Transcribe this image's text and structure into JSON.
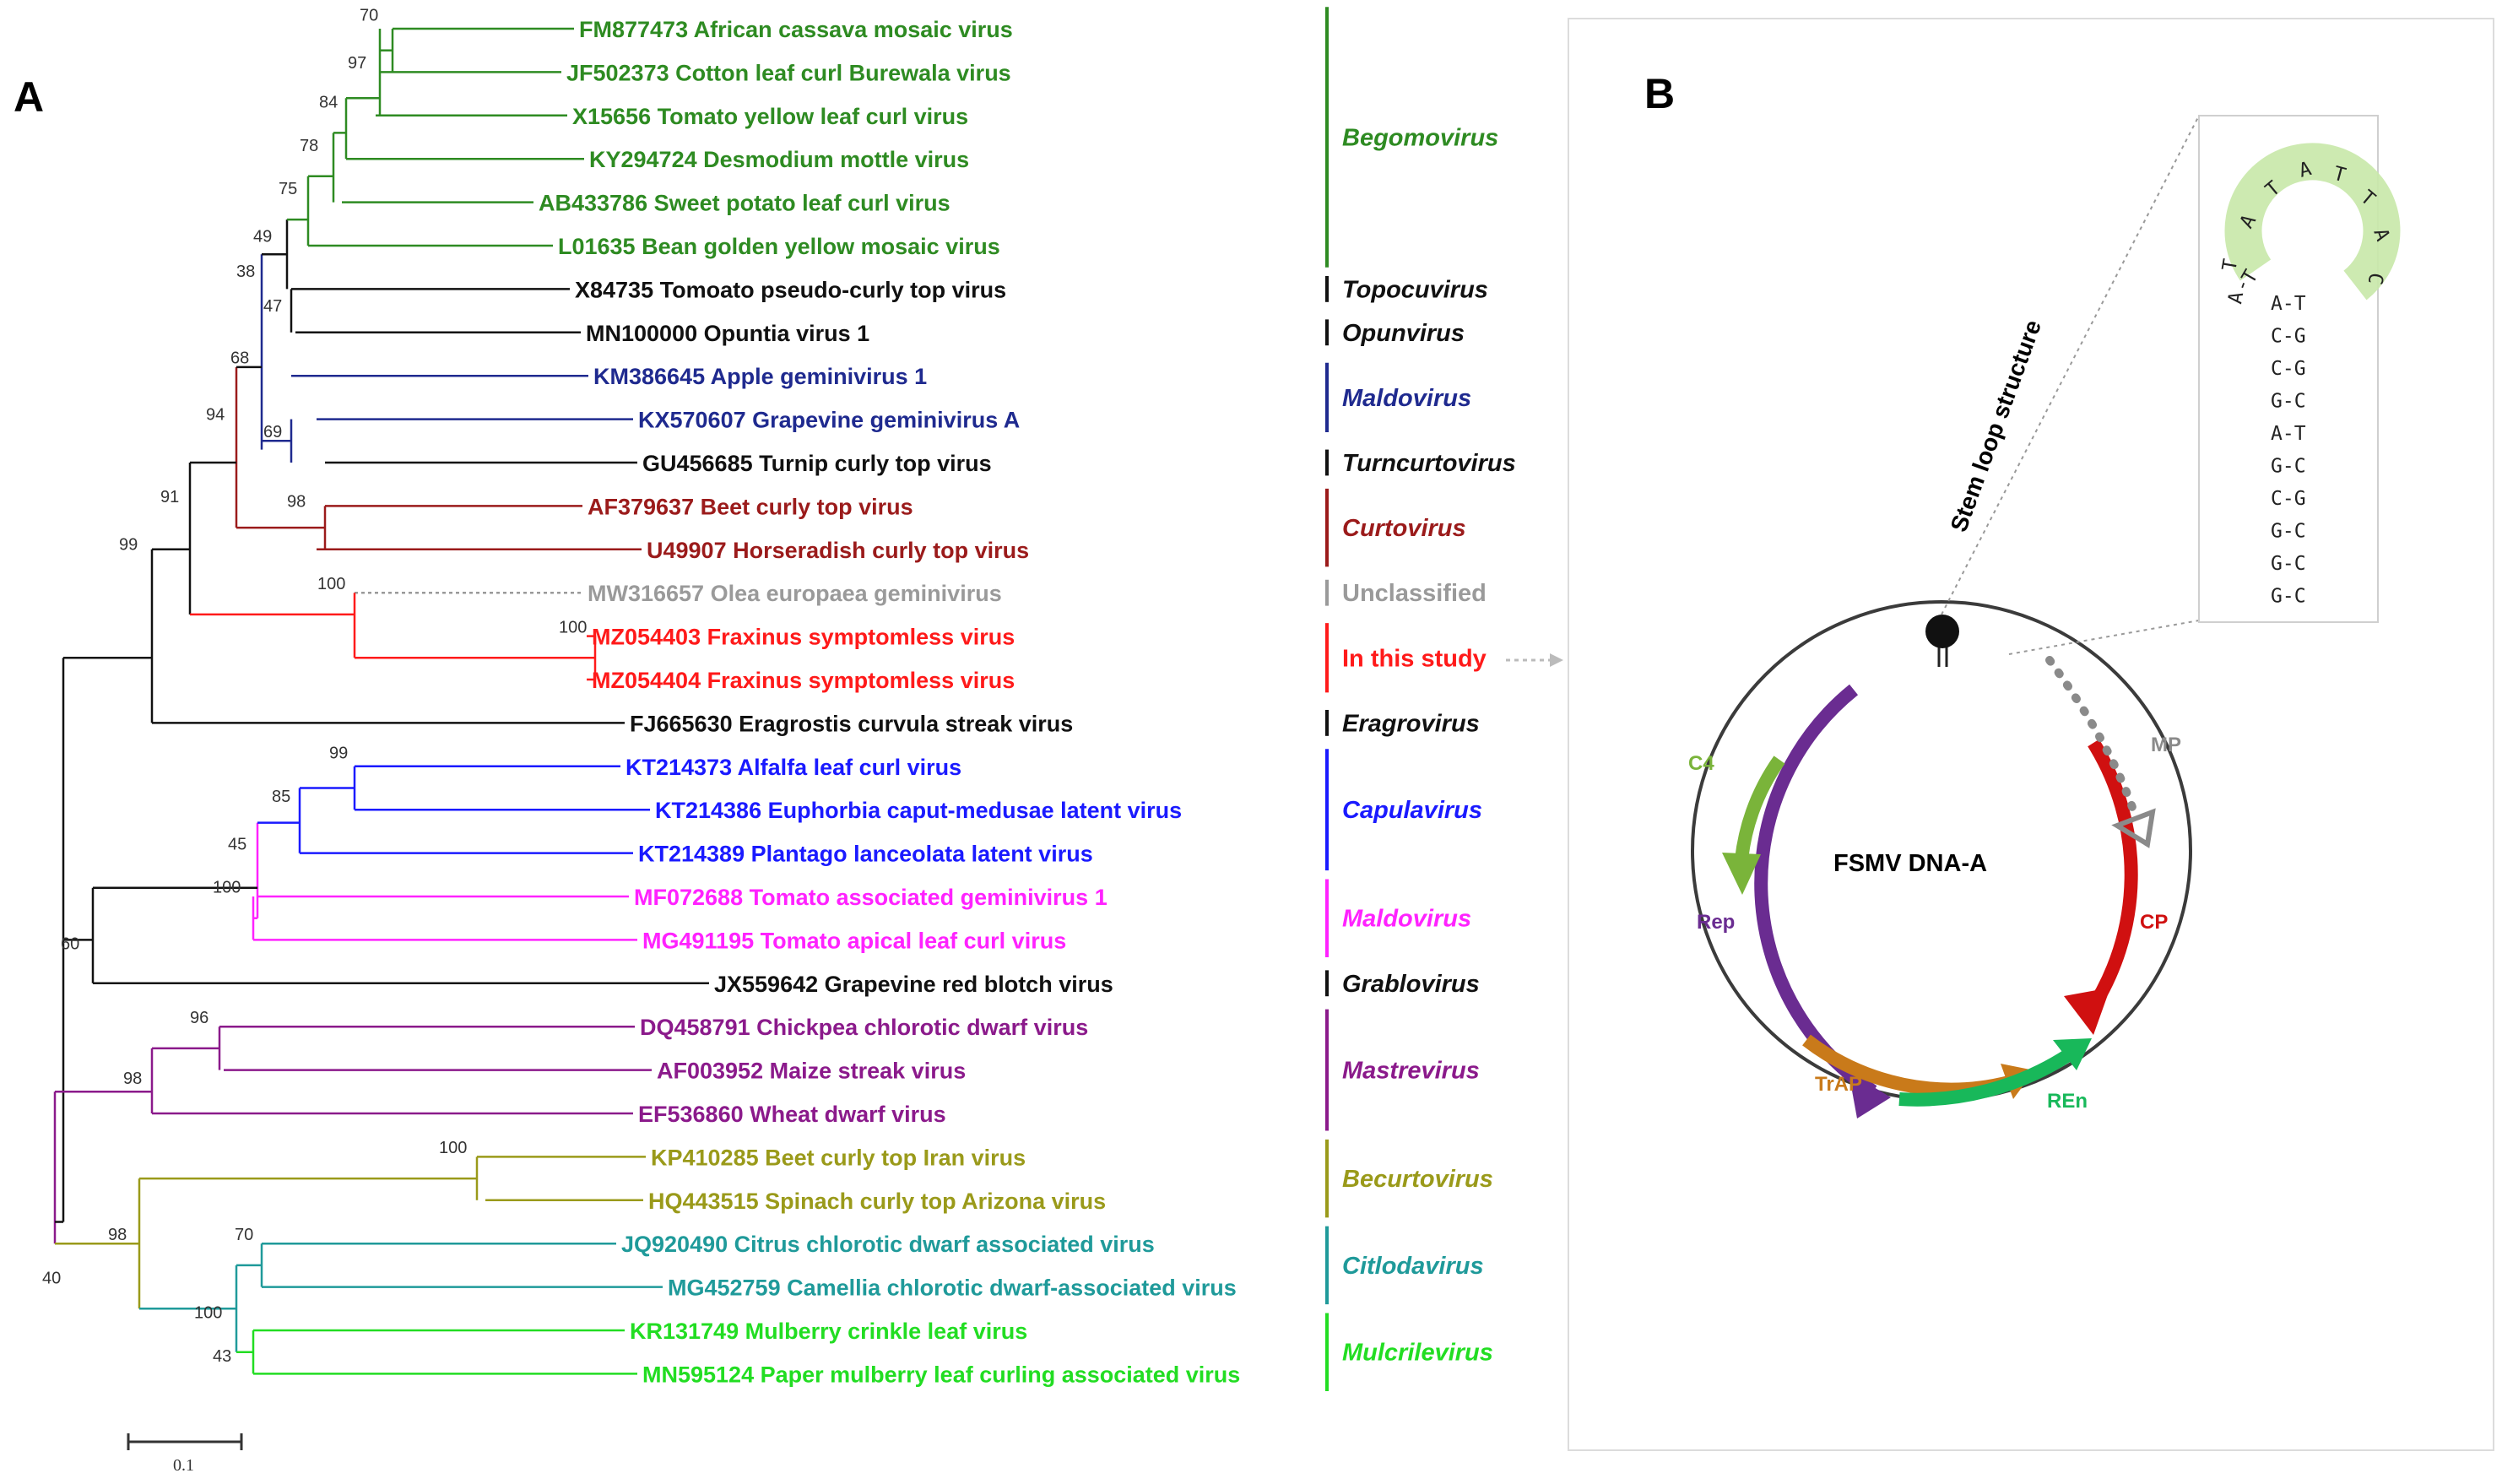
{
  "panels": {
    "a": "A",
    "b": "B"
  },
  "colors": {
    "begomovirus": "#2e8b22",
    "black": "#111111",
    "maldo_blue": "#1f2a8f",
    "curto": "#9b1b1b",
    "grey": "#9a9a9a",
    "study": "#ff1a1a",
    "capula": "#1a1aff",
    "magenta": "#ff22ff",
    "mastre": "#8b1a8b",
    "becurto": "#9a9a1a",
    "citlo": "#1f9a9a",
    "mulcri": "#22dd22"
  },
  "tree": {
    "leaves": [
      "FM877473 African cassava mosaic virus",
      "JF502373 Cotton leaf curl Burewala virus",
      "X15656 Tomato yellow leaf curl virus",
      "KY294724 Desmodium mottle virus",
      "AB433786 Sweet potato leaf curl virus",
      "L01635 Bean golden yellow mosaic virus",
      "X84735 Tomoato pseudo-curly top virus",
      "MN100000 Opuntia virus 1",
      "KM386645 Apple geminivirus 1",
      "KX570607 Grapevine geminivirus A",
      "GU456685 Turnip curly top virus",
      "AF379637 Beet curly top virus",
      "U49907 Horseradish curly top virus",
      "MW316657 Olea europaea geminivirus",
      "MZ054403 Fraxinus symptomless virus",
      "MZ054404 Fraxinus symptomless virus",
      "FJ665630 Eragrostis curvula streak virus",
      "KT214373 Alfalfa leaf curl virus",
      "KT214386 Euphorbia caput-medusae latent virus",
      "KT214389 Plantago lanceolata latent virus",
      "MF072688 Tomato associated geminivirus 1",
      "MG491195 Tomato apical leaf curl virus",
      "JX559642 Grapevine red blotch virus",
      "DQ458791 Chickpea chlorotic dwarf virus",
      "AF003952 Maize streak virus",
      "EF536860 Wheat dwarf virus",
      "KP410285 Beet curly top Iran virus",
      "HQ443515 Spinach curly top Arizona virus",
      "JQ920490 Citrus chlorotic dwarf associated virus",
      "MG452759 Camellia chlorotic dwarf-associated virus",
      "KR131749 Mulberry crinkle leaf virus",
      "MN595124 Paper mulberry leaf curling associated virus"
    ],
    "bootstraps": [
      "70",
      "97",
      "84",
      "78",
      "75",
      "49",
      "38",
      "47",
      "68",
      "69",
      "94",
      "98",
      "91",
      "100",
      "100",
      "99",
      "99",
      "85",
      "45",
      "100",
      "60",
      "96",
      "98",
      "100",
      "70",
      "100",
      "43",
      "98",
      "40"
    ],
    "genera": [
      "Begomovirus",
      "Topocuvirus",
      "Opunvirus",
      "Maldovirus",
      "Turncurtovirus",
      "Curtovirus",
      "Unclassified",
      "In this study",
      "Eragrovirus",
      "Capulavirus",
      "Maldovirus",
      "Grablovirus",
      "Mastrevirus",
      "Becurtovirus",
      "Citlodavirus",
      "Mulcrilevirus"
    ],
    "scale_label": "0.1"
  },
  "genome": {
    "title": "FSMV DNA-A",
    "stem_loop_label": "Stem loop structure",
    "genes": [
      "C4",
      "Rep",
      "TrAP",
      "REn",
      "CP",
      "MP"
    ],
    "loop_sequence": [
      "T",
      "A",
      "T",
      "A",
      "T",
      "T",
      "A",
      "C"
    ],
    "loop_left": [
      "A",
      "-",
      "T"
    ],
    "stem_pairs": [
      "A-T",
      "C-G",
      "C-G",
      "G-C",
      "A-T",
      "G-C",
      "C-G",
      "G-C",
      "G-C",
      "G-C"
    ]
  }
}
